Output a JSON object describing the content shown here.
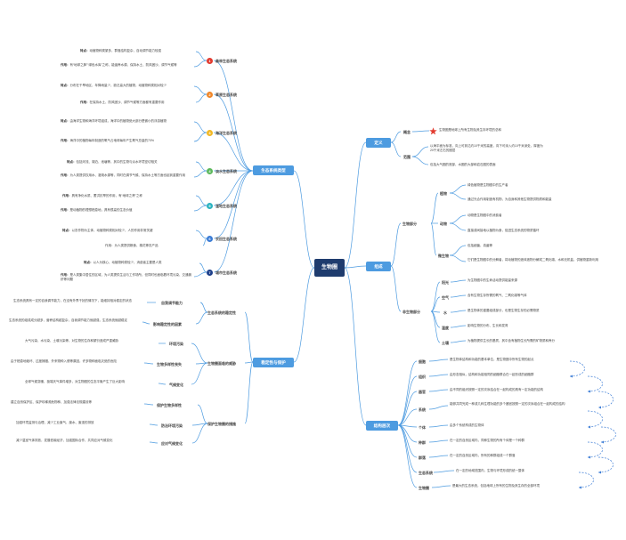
{
  "central": "生物圈",
  "colors": {
    "main": "#1f3c6e",
    "branch": "#4d9be0",
    "line": "#4d9be0"
  },
  "branches": {
    "types": "生态系统类型",
    "protect": "稳定性与保护",
    "define": "定义",
    "compose": "组成",
    "levels": "结构层次"
  },
  "ecosystems": [
    {
      "num": "1",
      "name": "森林生态系统",
      "f_label": "特点：",
      "f_text": "动植物种类繁多，群落结构复杂，自动调节能力较强",
      "r_label": "作用：",
      "r_text": "有“地球之肺”“绿色水库”之称，能涵养水源、保持水土、防风固沙、调节气候等"
    },
    {
      "num": "2",
      "name": "草原生态系统",
      "f_label": "特点：",
      "f_text": "分布在干旱地区，年降雨量少，缺乏高大的植物，动植物种类相对较少",
      "r_label": "作用：",
      "r_text": "在保持水土、防风固沙、调节气候等方面都有重要作用"
    },
    {
      "num": "3",
      "name": "海洋生态系统",
      "f_label": "特点：",
      "f_text": "由海洋生物和海洋环境组成，海洋中的植物绝大部分是微小的浮游植物",
      "r_label": "作用：",
      "r_text": "海洋中的植物每年制造的氧气占地球每年产生氧气总量的70%"
    },
    {
      "num": "4",
      "name": "淡水生态系统",
      "f_label": "特点：",
      "f_text": "包括河流、湖泊、池塘等，其中的生物与淡水环境密切相关",
      "r_label": "作用：",
      "r_text": "为人类提供饮用水、灌溉水源等，同时在调节气候、保持水土等方面也起到重要作用"
    },
    {
      "num": "5",
      "name": "湿地生态系统",
      "f_label": "作用：",
      "f_text": "具有净化水质、蓄洪抗旱的作用，有“地球之肾”之称",
      "r_label": "作用：",
      "r_text": "是动植物的理想栖息地，具有很高的生态价值"
    },
    {
      "num": "6",
      "name": "农田生态系统",
      "f_label": "特点：",
      "f_text": "以农作物为主体，动植物种类相对较少，人的作用非常关键",
      "r_label": "",
      "r_text": "作用：为人类提供粮食、棉花等农产品"
    },
    {
      "num": "7",
      "name": "城市生态系统",
      "f_label": "特点：",
      "f_text": "以人为核心，动植物种类较少，消费者主要是人类",
      "r_label": "作用：",
      "r_text": "是人类集中居住的区域，为人类提供生活与工作场所，但同时也面临着环境污染、交通拥挤等问题"
    }
  ],
  "stability": {
    "title": "生态系统的稳定性",
    "items": [
      {
        "label": "自我调节能力",
        "text": "生态系统具有一定的自我调节能力，在没有外界干扰的情况下，能维持相对稳定的状态"
      },
      {
        "label": "影响稳定性的因素",
        "text": "生态系统的组成成分越多，营养结构越复杂，自我调节能力就越强，生态系统就越稳定"
      }
    ]
  },
  "threats": {
    "title": "生物圈面临的威胁",
    "items": [
      {
        "label": "环境污染",
        "text": "大气污染、水污染、土壤污染等，对生物的生存和繁衍造成严重威胁"
      },
      {
        "label": "生物多样性丧失",
        "text": "由于栖息地破坏、过度捕猎、外来物种入侵等原因，许多物种面临灭绝的危险"
      },
      {
        "label": "气候变化",
        "text": "全球气候变暖，极端天气事件增多，对生物圈的生态平衡产生了巨大影响"
      }
    ]
  },
  "measures": {
    "title": "保护生物圈的措施",
    "items": [
      {
        "label": "保护生物多样性",
        "text": "建立自然保护区、保护珍稀濒危物种、加强法律法规建设等"
      },
      {
        "label": "防治环境污染",
        "text": "加强环境监测与治理，减少工业废气、废水、废渣的排放"
      },
      {
        "label": "应对气候变化",
        "text": "减少温室气体排放，发展低碳经济，加强国际合作，共同应对气候变化"
      }
    ]
  },
  "definition": {
    "concept_label": "概念",
    "concept_text": "生物圈是地球上所有生物及其生存环境的总和",
    "range_label": "范围",
    "range_items": [
      "以海平面为标准，向上可到达约10千米的高度，向下可深入约10千米深处，厚度为20千米左右的圈层",
      "包括大气圈的底部、水圈的大部和岩石圈的表面"
    ]
  },
  "components": {
    "bio_title": "生物部分",
    "producer_label": "植物",
    "producer_items": [
      "绿色植物是生物圈中的生产者",
      "通过光合作用制造有机物，为自身和其他生物提供物质和能量"
    ],
    "consumer_label": "动物",
    "consumer_items": [
      "动物是生物圈中的消费者",
      "直接或间接地以植物为食，促进生态系统的物质循环"
    ],
    "decomposer_label": "微生物",
    "decomposer_items": [
      "包括细菌、真菌等",
      "它们是生物圈中的分解者，将动植物的遗体遗物分解成二氧化碳、水和无机盐，供植物重新利用"
    ],
    "abio_title": "非生物部分",
    "abio_items": [
      {
        "label": "阳光",
        "text": "为生物圈中的生命活动提供能量来源"
      },
      {
        "label": "空气",
        "text": "含有生物生存所需的氧气、二氧化碳等气体"
      },
      {
        "label": "水",
        "text": "是生物体的重要组成部分，也是生物生存的必需物质"
      },
      {
        "label": "温度",
        "text": "影响生物的分布、生长和发育"
      },
      {
        "label": "土壤",
        "text": "为植物提供生长的基质，其中含有植物生长所需的矿物质和养分"
      }
    ]
  },
  "structure": [
    {
      "label": "细胞",
      "text": "是生物体结构和功能的基本单位，是生物圈中所有生物的起点"
    },
    {
      "label": "组织",
      "text": "由形态相似，结构和功能相同的细胞联合在一起形成的细胞群"
    },
    {
      "label": "器官",
      "text": "由不同的组织按照一定的次序结合在一起构成的具有一定功能的结构"
    },
    {
      "label": "系统",
      "text": "能够共同完成一种或几种生理功能的多个器官按照一定的次序组合在一起构成的结构"
    },
    {
      "label": "个体",
      "text": "由多个系统构成的生物体"
    },
    {
      "label": "种群",
      "text": "在一定的自然区域内，同种生物的所有个体是一个种群"
    },
    {
      "label": "群落",
      "text": "在一定的自然区域内，所有的种群组成一个群落"
    },
    {
      "label": "生态系统",
      "text": "在一定的地域范围内，生物与环境形成的统一整体"
    },
    {
      "label": "生物圈",
      "text": "是最大的生态系统，包括地球上所有的生物及其生存的全部环境"
    }
  ]
}
